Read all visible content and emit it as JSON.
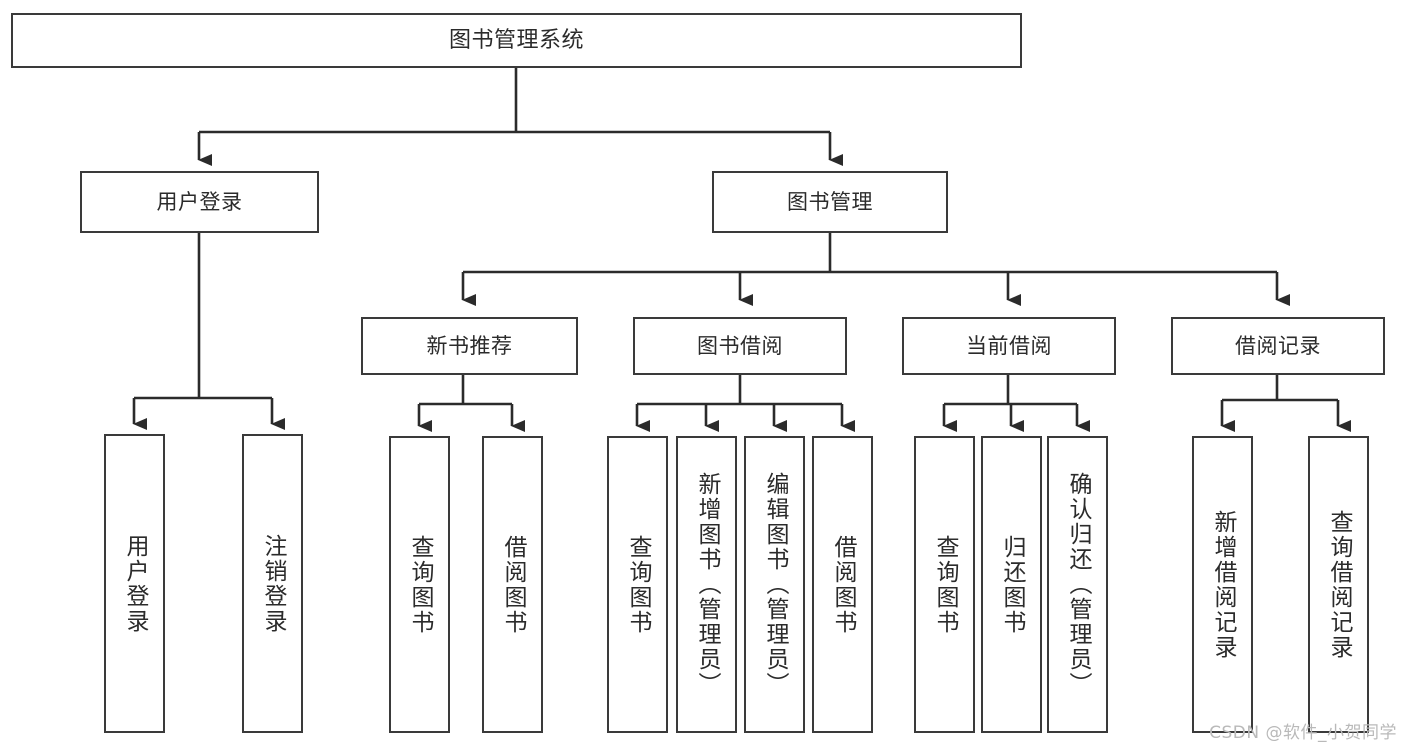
{
  "diagram": {
    "title": "图书管理系统",
    "type": "functional-structure-tree",
    "watermark": "CSDN @软件_小贺同学",
    "colors": {
      "box_border": "#3a3a3a",
      "box_fill": "#ffffff",
      "text": "#2b2b2b",
      "edge": "#2b2b2b",
      "watermark": "#b9b9b9",
      "background": "#ffffff"
    },
    "levels": {
      "root": "图书管理系统",
      "level1": [
        "用户登录",
        "图书管理"
      ],
      "level2": [
        "新书推荐",
        "图书借阅",
        "当前借阅",
        "借阅记录"
      ]
    },
    "nodes": {
      "root": {
        "label": "图书管理系统"
      },
      "user_login": {
        "label": "用户登录"
      },
      "book_manage": {
        "label": "图书管理"
      },
      "new_book_rec": {
        "label": "新书推荐"
      },
      "book_borrow": {
        "label": "图书借阅"
      },
      "current_borrow": {
        "label": "当前借阅"
      },
      "borrow_record": {
        "label": "借阅记录"
      },
      "leaf_user_login": {
        "label": "用户登录"
      },
      "leaf_user_logout": {
        "label": "注销登录"
      },
      "leaf_rec_query": {
        "label": "查询图书"
      },
      "leaf_rec_borrow": {
        "label": "借阅图书"
      },
      "leaf_borrow_query": {
        "label": "查询图书"
      },
      "leaf_borrow_add": {
        "label": "新增图书（管理员）"
      },
      "leaf_borrow_edit": {
        "label": "编辑图书（管理员）"
      },
      "leaf_borrow_borrow": {
        "label": "借阅图书"
      },
      "leaf_cur_query": {
        "label": "查询图书"
      },
      "leaf_cur_return": {
        "label": "归还图书"
      },
      "leaf_cur_confirm": {
        "label": "确认归还（管理员）"
      },
      "leaf_rec_add": {
        "label": "新增借阅记录"
      },
      "leaf_rec_query_rec": {
        "label": "查询借阅记录"
      }
    }
  }
}
